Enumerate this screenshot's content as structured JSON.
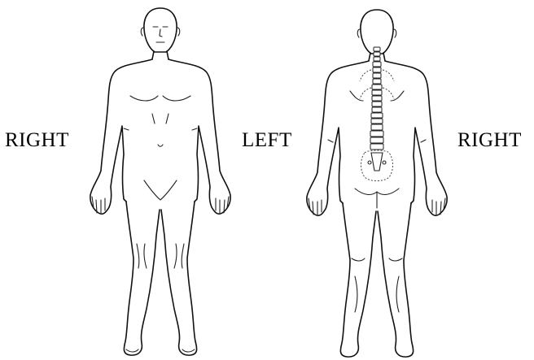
{
  "labels": {
    "front_right": "RIGHT",
    "center_left": "LEFT",
    "back_right": "RIGHT"
  },
  "colors": {
    "background": "#ffffff",
    "ink": "#111111"
  }
}
